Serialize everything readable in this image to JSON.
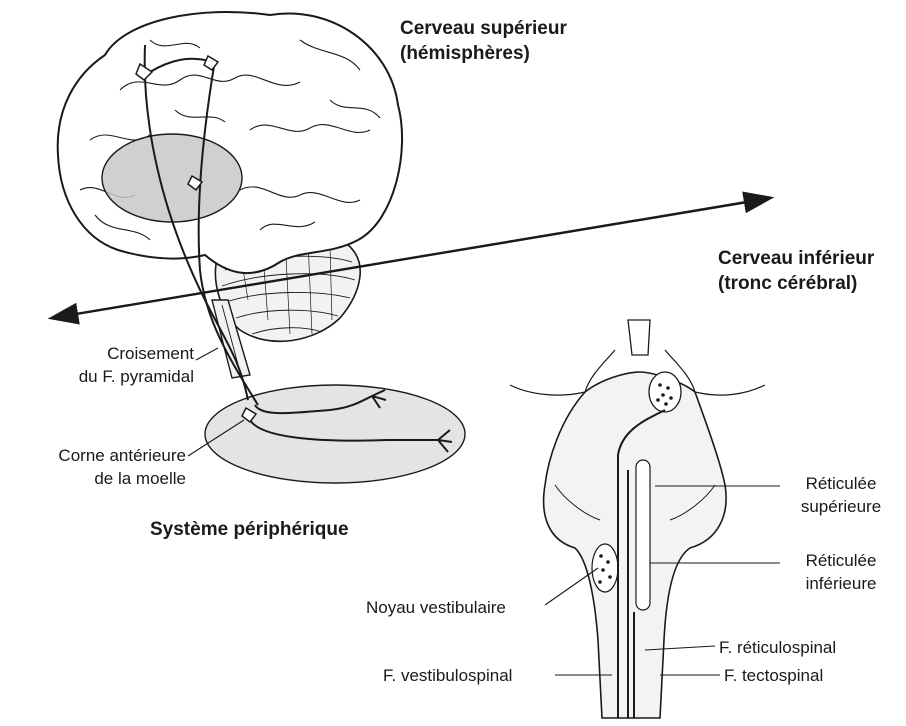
{
  "labels": {
    "cerveau_superieur": [
      "Cerveau supérieur",
      "(hémisphères)"
    ],
    "cerveau_inferieur": [
      "Cerveau inférieur",
      "(tronc cérébral)"
    ],
    "croisement": [
      "Croisement",
      "du F. pyramidal"
    ],
    "corne": [
      "Corne antérieure",
      "de la moelle"
    ],
    "systeme_peripherique": "Système périphérique",
    "reticulee_superieure": [
      "Réticulée",
      "supérieure"
    ],
    "reticulee_inferieure": [
      "Réticulée",
      "inférieure"
    ],
    "noyau_vestibulaire": "Noyau vestibulaire",
    "reticulospinal": "F. réticulospinal",
    "vestibulospinal": "F. vestibulospinal",
    "tectospinal": "F. tectospinal"
  },
  "colors": {
    "ink": "#1a1a1a",
    "region_fill": "#c8c8c8",
    "region_fill_light": "#e4e4e4",
    "background": "#ffffff"
  }
}
